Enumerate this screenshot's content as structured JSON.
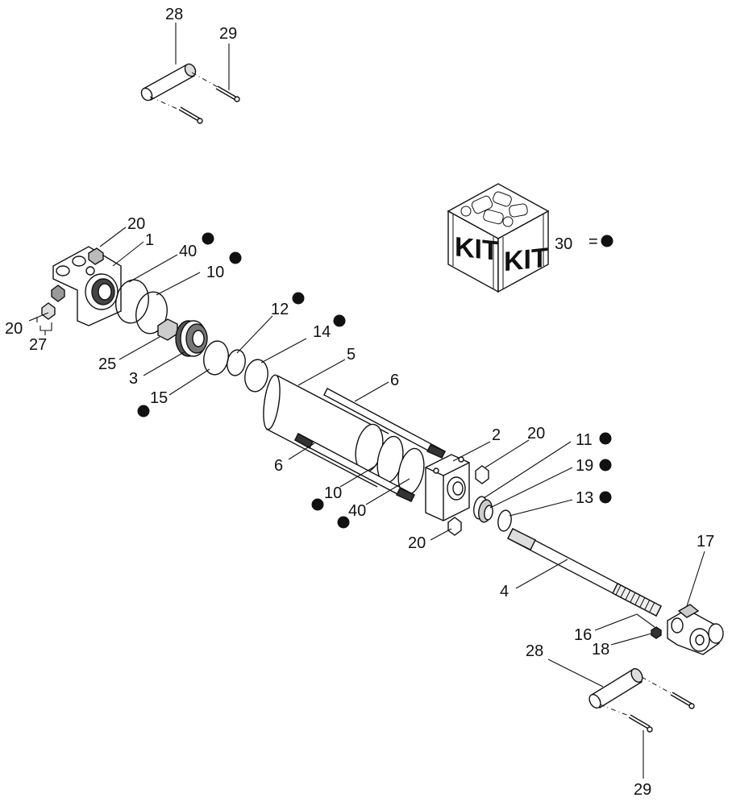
{
  "diagram": {
    "kit": {
      "box_label": "KIT"
    },
    "legend": {
      "text": "30",
      "equals": "="
    },
    "callouts": {
      "c28_top": "28",
      "c29_top": "29",
      "c20_a": "20",
      "c1": "1",
      "c40_a": "40",
      "c10_a": "10",
      "c20_b": "20",
      "c27": "27",
      "c25": "25",
      "c3": "3",
      "c15": "15",
      "c12": "12",
      "c14": "14",
      "c5": "5",
      "c6_a": "6",
      "c6_b": "6",
      "c10_b": "10",
      "c40_b": "40",
      "c2": "2",
      "c20_c": "20",
      "c11": "11",
      "c19": "19",
      "c13": "13",
      "c20_d": "20",
      "c4": "4",
      "c17": "17",
      "c16": "16",
      "c18": "18",
      "c28_bot": "28",
      "c29_bot": "29"
    }
  }
}
